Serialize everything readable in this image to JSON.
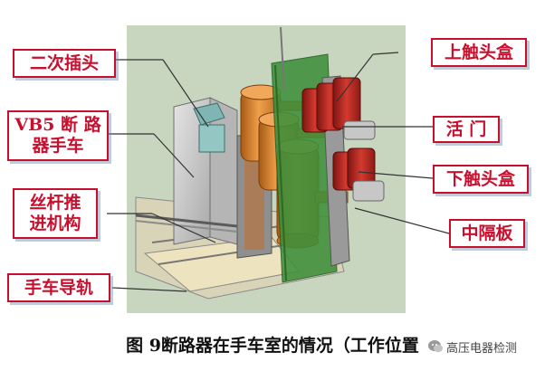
{
  "labels": {
    "secondary_plug": "二次插头",
    "vb5_breaker_line1": "VB5 断 路",
    "vb5_breaker_line2": "器手车",
    "screw_line1": "丝杆推",
    "screw_line2": "进机构",
    "rail": "手车导轨",
    "upper_contact_box": "上触头盒",
    "shutter": "活 门",
    "lower_contact_box": "下触头盒",
    "partition": "中隔板"
  },
  "caption": "图 9断路器在手车室的情况（工作位置",
  "watermark": "高压电器检测",
  "icons": {
    "watermark": "wechat-bubble-icon"
  },
  "colors": {
    "label_border": "#c8102e",
    "label_text": "#c8102e",
    "background_panel": "#c8d6c0",
    "pole_orange": "#d9822b",
    "contact_red": "#b3231f",
    "partition_green": "#3f8f3a",
    "frame_gray": "#c9c9c9"
  }
}
